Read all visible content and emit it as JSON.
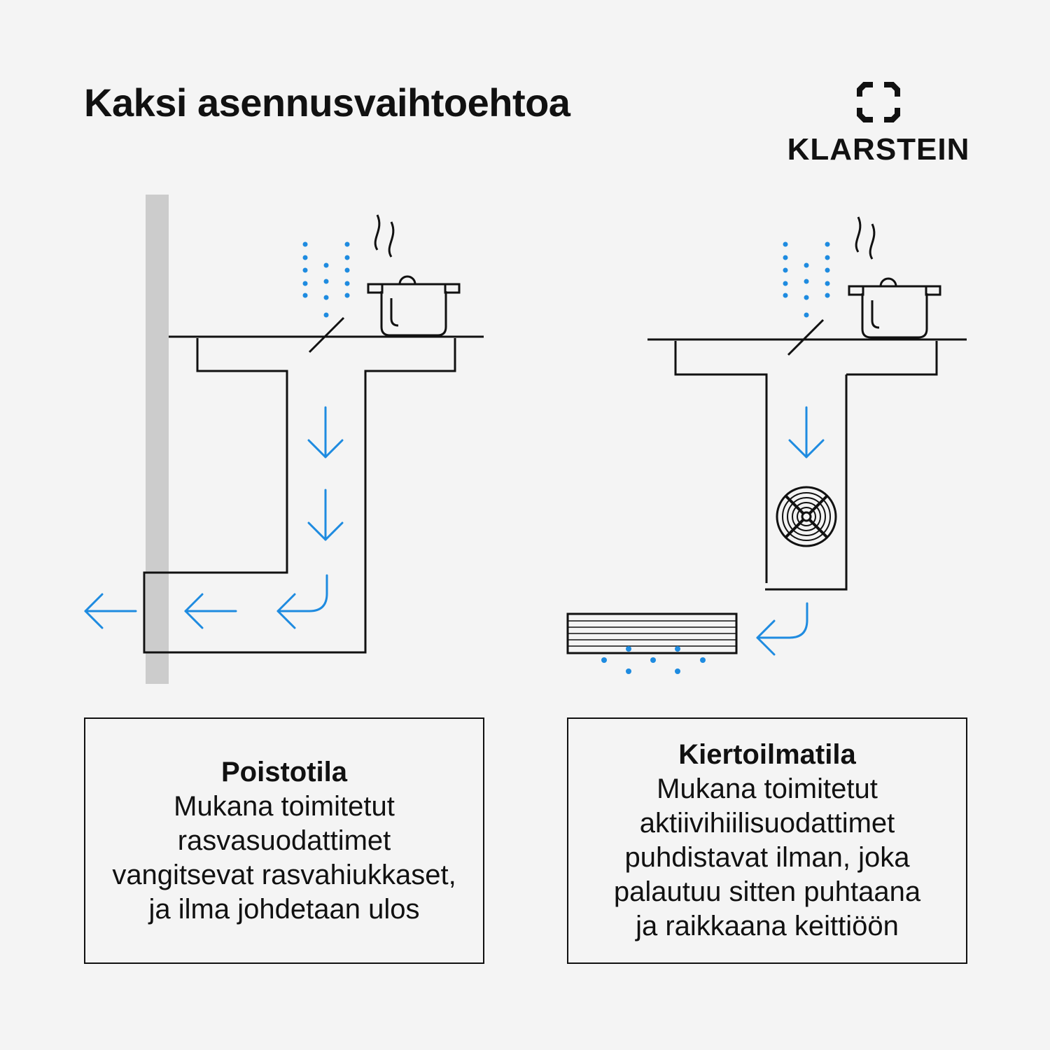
{
  "title": "Kaksi asennusvaihtoehtoa",
  "brand": {
    "name": "KLARSTEIN",
    "icon": "klarstein-logo-icon"
  },
  "colors": {
    "accent": "#1e8be0",
    "line": "#111111",
    "wall": "#cccccc",
    "background": "#f4f4f4"
  },
  "modes": [
    {
      "heading": "Poistotila",
      "lines": [
        "Mukana toimitetut",
        "rasvasuodattimet",
        "vangitsevat rasvahiukkaset,",
        "ja ilma johdetaan ulos"
      ]
    },
    {
      "heading": "Kiertoilmatila",
      "lines": [
        "Mukana toimitetut",
        "aktiivihiilisuodattimet",
        "puhdistavat ilman, joka",
        "palautuu sitten puhtaana",
        "ja raikkaana keittiöön"
      ]
    }
  ]
}
